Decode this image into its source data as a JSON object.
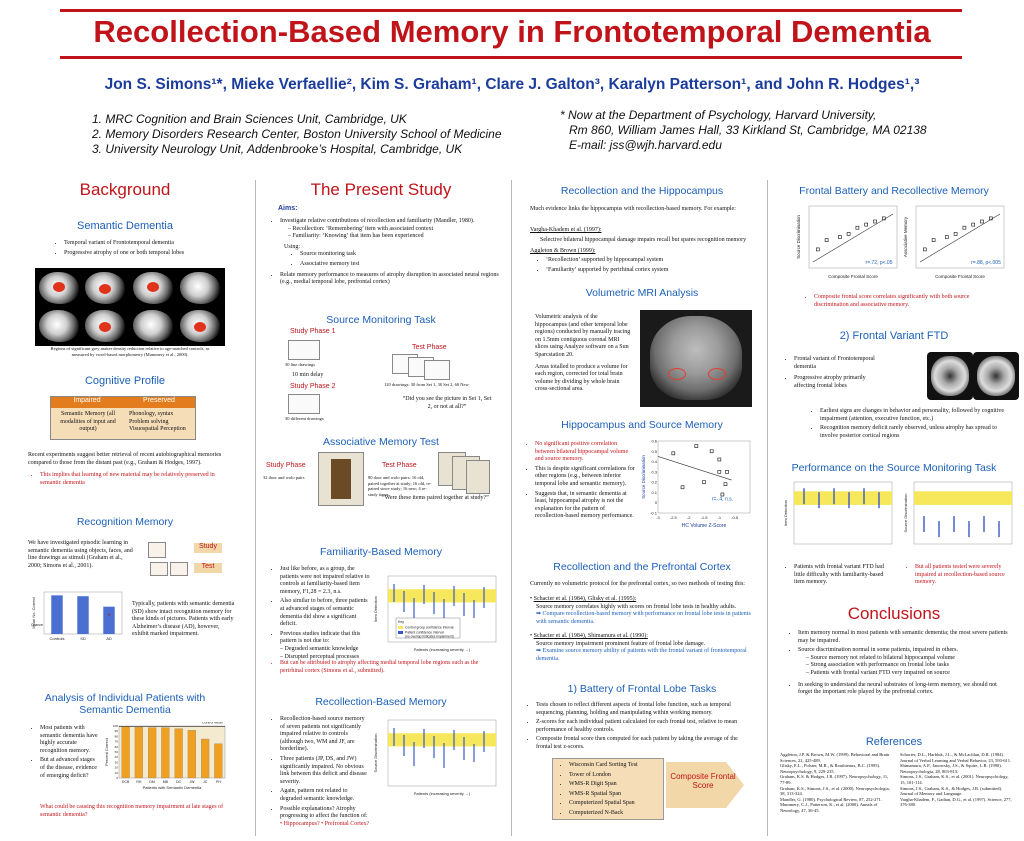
{
  "title": "Recollection-Based Memory in Frontotemporal Dementia",
  "authors": "Jon S. Simons¹*, Mieke Verfaellie², Kim S. Graham¹, Clare J. Galton³, Karalyn Patterson¹, and John R. Hodges¹,³",
  "affiliations": [
    "1. MRC Cognition and Brain Sciences Unit, Cambridge, UK",
    "2. Memory Disorders Research Center, Boston University School of Medicine",
    "3. University Neurology Unit, Addenbrooke’s Hospital, Cambridge, UK"
  ],
  "current_address": [
    "* Now at the Department of Psychology, Harvard University,",
    "Rm 860, William James Hall, 33 Kirkland St, Cambridge, MA 02138",
    "E-mail: jss@wjh.harvard.edu"
  ],
  "col1": {
    "background_heading": "Background",
    "semantic_heading": "Semantic Dementia",
    "semantic_bullets": [
      "Temporal variant of Frontotemporal dementia",
      "Progressive atrophy of one or both temporal lobes"
    ],
    "brain_caption": "Regions of significant grey matter density reduction relative to age-matched controls, as measured by voxel-based morphometry (Mummery et al., 2000).",
    "cognitive_heading": "Cognitive Profile",
    "impaired_label": "Impaired",
    "preserved_label": "Preserved",
    "impaired_text": "Semantic Memory (all modalities of input and output)",
    "preserved_text": "Phonology, syntax Problem solving Visuospatial Perception",
    "recent_text": "Recent experiments suggest better retrieval of recent autobiographical memories compared to those from the distant past (e.g., Graham & Hodges, 1997).",
    "recent_bullet": "This implies that learning of new material may be relatively preserved in semantic dementia",
    "recog_heading": "Recognition Memory",
    "recog_text": "We have investigated episodic learning in semantic dementia using objects, faces, and line drawings as stimuli (Graham et al., 2000; Simons et al., 2001).",
    "study_label": "Study",
    "test_label": "Test",
    "recog_caption": "Typically, patients with semantic dementia (SD) show intact recognition memory for these kinds of pictures. Patients with early Alzheimer’s disease (AD), however, exhibit marked impairment.",
    "analysis_heading": "Analysis of Individual Patients with Semantic Dementia",
    "analysis_bullets": [
      "Most patients with semantic dementia have highly accurate recognition memory.",
      "But at advanced stages of the disease, evidence of emerging deficit?"
    ],
    "analysis_question": "What could be causing this recognition memory impairment at late stages of semantic dementia?"
  },
  "col2": {
    "present_heading": "The Present Study",
    "aims_label": "Aims:",
    "aims_bullet1": "Investigate relative contributions of recollection and familiarity (Mandler, 1980).",
    "aims_sub": [
      "Recollection: ‘Remembering’ item with associated context",
      "Familiarity: ‘Knowing’ that item has been experienced"
    ],
    "using_label": "Using:",
    "using_items": [
      "Source monitoring task",
      "Associative memory test"
    ],
    "aims_bullet2": "Relate memory performance to measures of atrophy disruption in associated neural regions (e.g., medial temporal lobe, prefrontal cortex)",
    "source_heading": "Source Monitoring Task",
    "study_phase1": "Study Phase 1",
    "study_phase2": "Study Phase 2",
    "test_phase": "Test Phase",
    "drawings1": "30 line drawings",
    "delay": "10 min delay",
    "drawings2": "30 different drawings",
    "test_drawings": "120 drawings: 30 from Set 1, 30 Set 2, 60 New",
    "source_question": "“Did you see the picture in Set 1, Set 2, or not at all?”",
    "assoc_heading": "Associative Memory Test",
    "assoc_study": "Study Phase",
    "assoc_test": "Test Phase",
    "assoc_pairs": "32 door and wolo pairs",
    "assoc_test_desc": "80 door and wolo pairs: 16 old, paired together at study; 16 old, re-paired since study; 16 new; 4 re-study items",
    "assoc_question": "“Were these items paired together at study?”",
    "fam_heading": "Familiarity-Based Memory",
    "fam_bullets": [
      "Just like before, as a group, the patients were not impaired relative to controls at familiarity-based item memory, F1,28 = 2.3, n.s.",
      "Also similar to before, three patients at advanced stages of semantic dementia did show a significant deficit.",
      "Previous studies indicate that this pattern is not due to:",
      "But can be attributed to atrophy affecting medial temporal lobe regions such as the perirhinal cortex (Simons et al., submitted)."
    ],
    "fam_sub": [
      "Degraded semantic knowledge",
      "Disrupted perceptual processes"
    ],
    "fam_key": "Key",
    "fam_legend": [
      "Control group confidence interval",
      "Patient confidence interval",
      "(no overlap indicates impairment)"
    ],
    "fam_xlabel": "Patients (increasing severity →)",
    "fam_ylabel": "Item Detection",
    "rec_heading": "Recollection-Based Memory",
    "rec_bullets": [
      "Recollection-based source memory of seven patients not significantly impaired relative to controls (although two, WM and JF, are borderline).",
      "Three patients (JP, DS, and JW) significantly impaired. No obvious link between this deficit and disease severity.",
      "Again, pattern not related to degraded semantic knowledge.",
      "Possible explanations? Atrophy progressing to affect the function of:"
    ],
    "rec_options": [
      "Hippocampus?",
      "Prefrontal Cortex?"
    ],
    "rec_xlabel": "Patients (increasing severity →)",
    "rec_ylabel": "Source Discrimination"
  },
  "col3": {
    "hippo_heading": "Recollection and the Hippocampus",
    "hippo_text": "Much evidence links the hippocampus with recollection-based memory. For example:",
    "hippo_ref1": "Vargha-Khadem et al. (1997):",
    "hippo_ref1_text": "Selective bilateral hippocampal damage impairs recall but spares recognition memory",
    "hippo_ref2": "Aggleton & Brown (1999):",
    "hippo_ref2_items": [
      "‘Recollection’ supported by hippocampal system",
      "‘Familiarity’ supported by perirhinal cortex system"
    ],
    "mri_heading": "Volumetric MRI Analysis",
    "mri_text1": "Volumetric analysis of the hippocampus (and other temporal lobe regions) conducted by manually tracing on 1.5mm contiguous coronal MRI slices using Analyze software on a Sun Sparcstation 20.",
    "mri_text2": "Areas totalled to produce a volume for each region, corrected for total brain volume by dividing by whole brain cross-sectional area.",
    "hsm_heading": "Hippocampus and Source Memory",
    "hsm_bullets": [
      "No significant positive correlation between bilateral hippocampal volume and source memory.",
      "This is despite significant correlations for other regions (e.g., between inferior temporal lobe and semantic memory).",
      "Suggests that, in semantic dementia at least, hippocampal atrophy is not the explanation for the pattern of recollection-based memory performance."
    ],
    "pfc_heading": "Recollection and the Prefrontal Cortex",
    "pfc_text": "Currently no volumetric protocol for the prefrontal cortex, so two methods of testing this:",
    "pfc_ref1": "Schacter et al. (1984), Glisky et al. (1995):",
    "pfc_ref1_text": "Source memory correlates highly with scores on frontal lobe tests in healthy adults.",
    "pfc_ref1_arrow": "Compare recollection-based memory with performance on frontal lobe tests in patients with semantic dementia.",
    "pfc_ref2": "Schacter et al. (1984), Shimamura et al. (1990):",
    "pfc_ref2_text": "Source memory impairment prominent feature of frontal lobe damage.",
    "pfc_ref2_arrow": "Examine source memory ability of patients with the frontal variant of frontotemporal dementia.",
    "battery_heading": "1) Battery of Frontal Lobe Tasks",
    "battery_bullets": [
      "Tests chosen to reflect different aspects of frontal lobe function, such as temporal sequencing, planning, holding and manipulating within working memory.",
      "Z-scores for each individual patient calculated for each frontal test, relative to mean performance of healthy controls.",
      "Composite frontal score then computed for each patient by taking the average of the frontal test z-scores."
    ],
    "battery_tests": [
      "Wisconsin Card Sorting Test",
      "Tower of London",
      "WMS-R Digit Span",
      "WMS-R Spatial Span",
      "Computerized Spatial Span",
      "Computerized N-Back"
    ],
    "composite_label": "Composite Frontal Score"
  },
  "col4": {
    "fb_heading": "Frontal Battery and Recollective Memory",
    "fb_xlabel": "Composite Frontal Score",
    "fb_left_ylabel": "Source Discrimination",
    "fb_right_ylabel": "Associative Memory",
    "fb_left_stat": "r=.72, p<.05",
    "fb_right_stat": "r=.88, p<.005",
    "fb_bullet": "Composite frontal score correlates significantly with both source discrimination and associative memory.",
    "ftd_heading": "2) Frontal Variant FTD",
    "ftd_bullets": [
      "Frontal variant of Frontotemporal dementia",
      "Progressive atrophy primarily affecting frontal lobes"
    ],
    "ftd_bullets2": [
      "Earliest signs are changes in behavior and personality, followed by cognitive impairment (attention, executive function, etc.)",
      "Recognition memory deficit rarely observed, unless atrophy has spread to involve posterior cortical regions"
    ],
    "perf_heading": "Performance on the Source Monitoring Task",
    "perf_left_ylabel": "Item Detection",
    "perf_right_ylabel": "Source Discrimination",
    "perf_bullet1": "Patients with frontal variant FTD had little difficulty with familiarity-based item memory.",
    "perf_bullet2": "But all patients tested were severely impaired at recollection-based source memory.",
    "conc_heading": "Conclusions",
    "conc_bullets": [
      "Item memory normal in most patients with semantic dementia; the most severe patients may be impaired.",
      "Source discrimination normal in some patients, impaired in others.",
      "In seeking to understand the neural substrates of long-term memory, we should not forget the important role played by the prefrontal cortex."
    ],
    "conc_sub": [
      "Source memory not related to bilateral hippocampal volume",
      "Strong association with performance on frontal lobe tasks",
      "Patients with frontal variant FTD very impaired on source"
    ],
    "refs_heading": "References",
    "refs_left": [
      "Aggleton, J.P. & Brown, M.W. (1999). Behavioral and Brain Sciences, 22, 425-489.",
      "Glisky, E.L., Polster, M.R., & Routhieaux, B.C. (1995). Neuropsychology, 9, 229-235.",
      "Graham, K.S. & Hodges, J.R. (1997). Neuropsychology, 11, 77-89.",
      "Graham, K.S., Simons, J.S., et al. (2000). Neuropsychologia, 38, 313-324.",
      "Mandler, G. (1980). Psychological Review, 87, 252-271.",
      "Mummery, C.J., Patterson, K., et al. (2000). Annals of Neurology, 47, 36-45."
    ],
    "refs_right": [
      "Schacter, D.L., Harbluk, J.L., & McLachlan, D.R. (1984). Journal of Verbal Learning and Verbal Behavior, 23, 593-611.",
      "Shimamura, A.P., Janowsky, J.S., & Squire, L.R. (1990). Neuropsychologia, 28, 803-813.",
      "Simons, J.S., Graham, K.S., et al. (2001). Neuropsychology, 15, 101-114.",
      "Simons, J.S., Graham, K.S., & Hodges, J.R. (submitted). Journal of Memory and Language.",
      "Vargha-Khadem, F., Gadian, D.G., et al. (1997). Science, 277, 376-380."
    ]
  },
  "chart_data": [
    {
      "type": "bar",
      "title": "",
      "categories": [
        "Controls",
        "SD",
        "AD"
      ],
      "values": [
        0.92,
        0.9,
        0.65
      ],
      "ylabel": "Mean No. Correct",
      "ylim": [
        0,
        1
      ],
      "x_tick_labels": [
        "Controls",
        "SD",
        "AD"
      ],
      "y_tick_labels": [
        "Chance"
      ]
    },
    {
      "type": "bar",
      "title": "",
      "categories": [
        "DCB",
        "RH",
        "DM",
        "MB",
        "DC",
        "JW",
        "JC",
        "PH"
      ],
      "values": [
        99,
        98,
        97,
        97,
        95,
        92,
        75,
        66
      ],
      "reference": {
        "name": "Control Mean",
        "value": 99
      },
      "xlabel": "Patients with Semantic Dementia",
      "ylabel": "Percent Correct",
      "ylim": [
        0,
        100
      ],
      "y_ticks": [
        0,
        10,
        20,
        30,
        40,
        50,
        60,
        70,
        80,
        90,
        100
      ]
    },
    {
      "type": "scatter",
      "title": "",
      "xlabel": "HC Volume Z-Score",
      "ylabel": "Source Discrimination",
      "xlim": [
        -3,
        0
      ],
      "ylim": [
        -0.1,
        0.6
      ],
      "x_ticks": [
        -3,
        -2.5,
        -2,
        -1.5,
        -1,
        -0.5
      ],
      "y_ticks": [
        -0.1,
        0,
        0.1,
        0.2,
        0.3,
        0.4,
        0.5,
        0.6
      ],
      "x": [
        -2.5,
        -2.2,
        -1.75,
        -1.5,
        -1.25,
        -1.0,
        -1.0,
        -0.9,
        -0.8,
        -0.75
      ],
      "y": [
        0.48,
        0.15,
        0.55,
        0.2,
        0.5,
        0.3,
        0.42,
        0.08,
        0.18,
        0.3
      ],
      "annotation": "r=-.4, n.s."
    }
  ]
}
